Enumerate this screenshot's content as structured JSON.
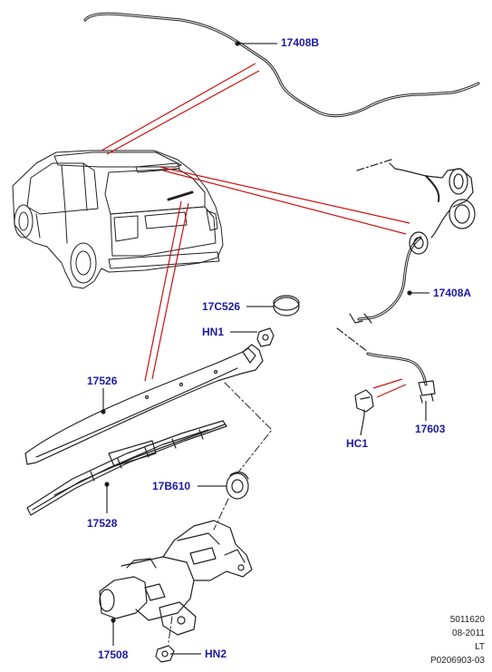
{
  "colors": {
    "label": "#1a1aa6",
    "leader": "#000000",
    "callout": "#cc1111",
    "part_stroke": "#222222",
    "footer": "#222222"
  },
  "labels": {
    "p17408B": "17408B",
    "p17408A": "17408A",
    "p17C526": "17C526",
    "pHN1": "HN1",
    "p17526": "17526",
    "p17528": "17528",
    "p17B610": "17B610",
    "pHC1": "HC1",
    "p17603": "17603",
    "p17508": "17508",
    "pHN2": "HN2"
  },
  "footer": {
    "line1": "5011620",
    "line2": "08-2011",
    "line3": "LT",
    "line4": "P0206903-03"
  }
}
